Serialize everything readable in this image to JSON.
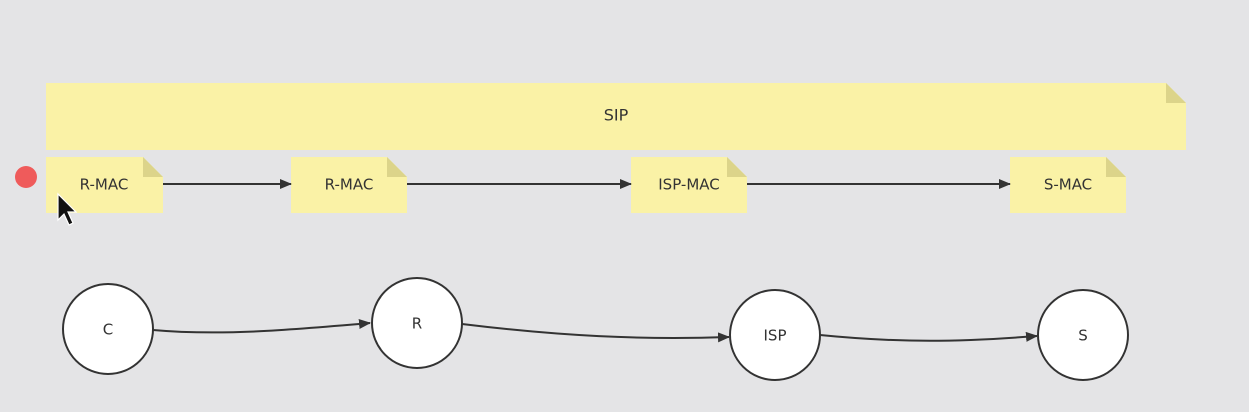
{
  "diagram": {
    "banner": {
      "label": "SIP"
    },
    "mac_notes": [
      {
        "label": "R-MAC"
      },
      {
        "label": "R-MAC"
      },
      {
        "label": "ISP-MAC"
      },
      {
        "label": "S-MAC"
      }
    ],
    "nodes": [
      {
        "label": "C"
      },
      {
        "label": "R"
      },
      {
        "label": "ISP"
      },
      {
        "label": "S"
      }
    ]
  },
  "colors": {
    "background": "#e4e4e6",
    "note_fill": "#faf2a6",
    "note_fold": "#dcd48a",
    "node_fill": "#ffffff",
    "stroke": "#333333",
    "recording_dot": "#ef5b5b"
  }
}
